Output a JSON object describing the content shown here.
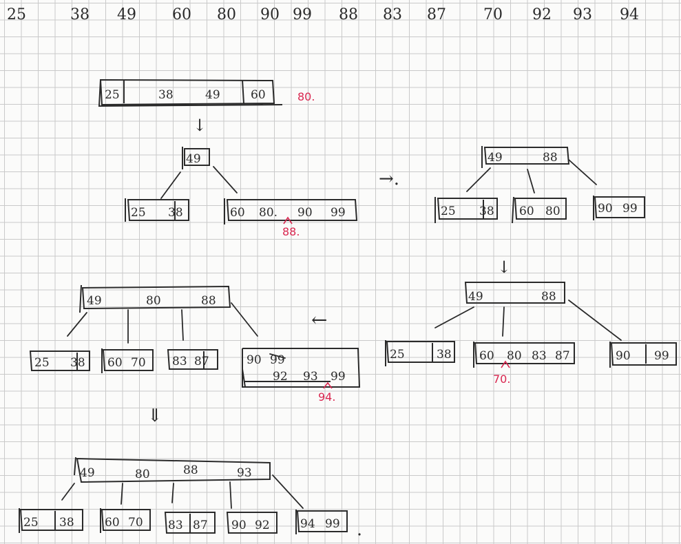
{
  "sequence": [
    "25",
    "38",
    "49",
    "60",
    "80",
    "90",
    "99",
    "88",
    "83",
    "87",
    "70",
    "92",
    "93",
    "94"
  ],
  "step1": {
    "node": [
      "25",
      "38",
      "49",
      "60"
    ],
    "insert_note": "80."
  },
  "step2": {
    "root": [
      "49"
    ],
    "left": [
      "25",
      "38"
    ],
    "right": [
      "60",
      "80.",
      "90",
      "99"
    ],
    "insert_note": "88."
  },
  "step3": {
    "root": [
      "49",
      "88"
    ],
    "children": [
      [
        "25",
        "38"
      ],
      [
        "60",
        "80"
      ],
      [
        "90",
        "99"
      ]
    ]
  },
  "step4": {
    "root": [
      "49",
      "88"
    ],
    "children": [
      [
        "25",
        "38"
      ],
      [
        "60",
        "80",
        "83",
        "87"
      ],
      [
        "90",
        "99"
      ]
    ],
    "insert_note": "70."
  },
  "step5": {
    "root": [
      "49",
      "80",
      "88"
    ],
    "children": [
      [
        "25",
        "38"
      ],
      [
        "60",
        "70"
      ],
      [
        "83",
        "87"
      ],
      [
        "90",
        "99"
      ]
    ],
    "overflow_row": [
      "92",
      "93",
      "99"
    ],
    "insert_note": "94."
  },
  "step6": {
    "root": [
      "49",
      "80",
      "88",
      "93"
    ],
    "children": [
      [
        "25",
        "38"
      ],
      [
        "60",
        "70"
      ],
      [
        "83",
        "87"
      ],
      [
        "90",
        "92"
      ],
      [
        "94",
        "99"
      ]
    ]
  },
  "arrows": {
    "down1": "↓",
    "right": "→.",
    "down2": "↓",
    "left": "←",
    "double_down": "⇓"
  }
}
